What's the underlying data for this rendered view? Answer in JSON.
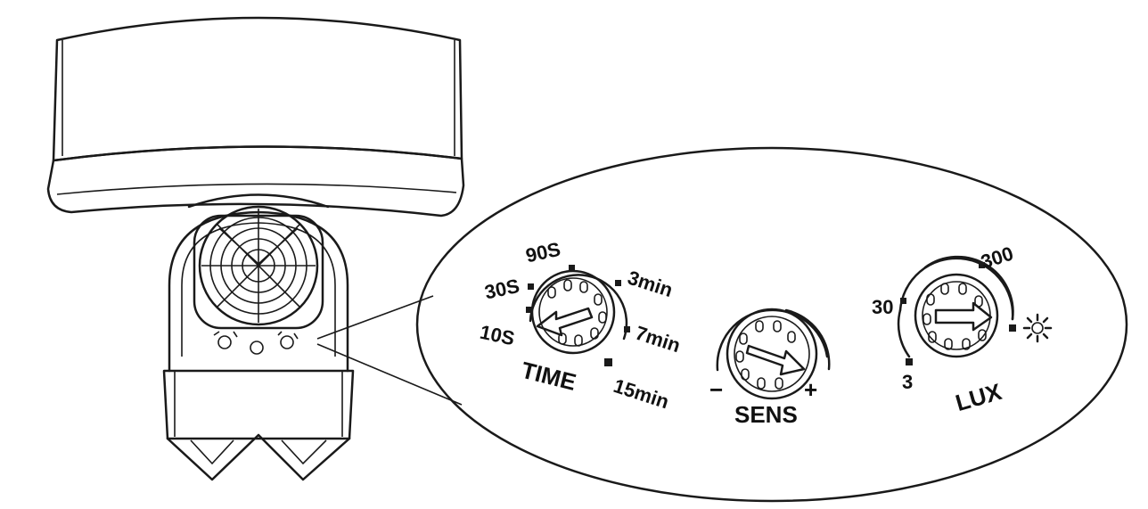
{
  "colors": {
    "stroke": "#1a1a1a",
    "background": "#ffffff"
  },
  "dials": {
    "time": {
      "name": "TIME",
      "ticks": [
        "10S",
        "30S",
        "90S",
        "3min",
        "7min",
        "15min"
      ]
    },
    "sens": {
      "name": "SENS",
      "min_symbol": "−",
      "max_symbol": "+"
    },
    "lux": {
      "name": "LUX",
      "ticks": [
        "3",
        "30",
        "300"
      ],
      "sun_symbol": "sun-icon"
    }
  }
}
